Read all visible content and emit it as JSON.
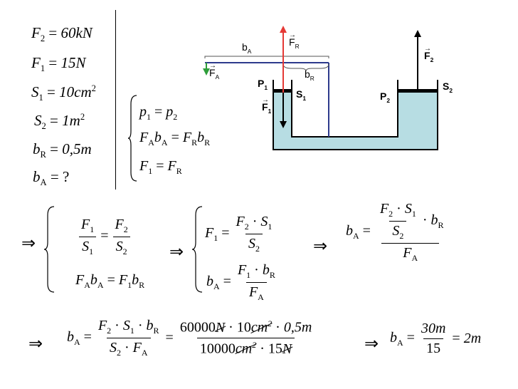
{
  "given": {
    "f2": {
      "sym": "F",
      "sub": "2",
      "val": "60kN"
    },
    "f1": {
      "sym": "F",
      "sub": "1",
      "val": "15N"
    },
    "s1": {
      "sym": "S",
      "sub": "1",
      "val": "10cm",
      "sup": "2"
    },
    "s2": {
      "sym": "S",
      "sub": "2",
      "val": "1m",
      "sup": "2"
    },
    "br": {
      "sym": "b",
      "sub": "R",
      "val": "0,5m"
    },
    "ba": {
      "sym": "b",
      "sub": "A",
      "val": "?"
    }
  },
  "system": {
    "row1": {
      "lhs": "p",
      "lsub": "1",
      "rhs": "p",
      "rsub": "2"
    },
    "row2": {
      "a": "F",
      "asub": "A",
      "b": "b",
      "bsub": "A",
      "c": "F",
      "csub": "R",
      "d": "b",
      "dsub": "R"
    },
    "row3": {
      "lhs": "F",
      "lsub": "1",
      "rhs": "F",
      "rsub": "R"
    }
  },
  "diagram_labels": {
    "ba": "b",
    "ba_sub": "A",
    "fr": "F",
    "fr_sub": "R",
    "fa": "F",
    "fa_sub": "A",
    "brl": "b",
    "brl_sub": "R",
    "p1": "P",
    "p1_sub": "1",
    "s1": "S",
    "s1_sub": "1",
    "f1": "F",
    "f1_sub": "1",
    "p2": "P",
    "p2_sub": "2",
    "s2": "S",
    "s2_sub": "2",
    "f2": "F",
    "f2_sub": "2"
  },
  "colors": {
    "fluid": "#b7dde3",
    "red_arrow": "#e53935",
    "green_arrow": "#2e9e3a",
    "lever": "#2d3a8c"
  },
  "step1": {
    "f1": "F",
    "f1s": "1",
    "s1": "S",
    "s1s": "1",
    "f2": "F",
    "f2s": "2",
    "s2": "S",
    "s2s": "2",
    "fa": "F",
    "fas": "A",
    "ba": "b",
    "bas": "A",
    "fb": "F",
    "fbs": "1",
    "bb": "b",
    "bbs": "R"
  },
  "step2": {
    "f1": "F",
    "f1s": "1",
    "n1": "F",
    "n1s": "2",
    "n2": "S",
    "n2s": "1",
    "d1": "S",
    "d1s": "2",
    "ba": "b",
    "bas": "A",
    "m1": "F",
    "m1s": "1",
    "m2": "b",
    "m2s": "R",
    "d2": "F",
    "d2s": "A"
  },
  "step3": {
    "ba": "b",
    "bas": "A",
    "n1": "F",
    "n1s": "2",
    "n2": "S",
    "n2s": "1",
    "n3": "b",
    "n3s": "R",
    "d1": "S",
    "d1s": "2",
    "d2": "F",
    "d2s": "A"
  },
  "final": {
    "lhs": "b",
    "lsub": "A",
    "num1": "F",
    "num1s": "2",
    "num2": "S",
    "num2s": "1",
    "num3": "b",
    "num3s": "R",
    "den1": "S",
    "den1s": "2",
    "den2": "F",
    "den2s": "A",
    "sub_num_a": "60000",
    "sub_num_a_unit": "N",
    "sub_num_b": "10",
    "sub_num_b_unit": "cm",
    "sub_num_b_exp": "2",
    "sub_num_c": "0,5m",
    "sub_den_a": "10000",
    "sub_den_a_unit": "cm",
    "sub_den_a_exp": "2",
    "sub_den_b": "15",
    "sub_den_b_unit": "N",
    "res_lhs": "b",
    "res_lsub": "A",
    "res_num": "30m",
    "res_den": "15",
    "res_val": "2m"
  }
}
